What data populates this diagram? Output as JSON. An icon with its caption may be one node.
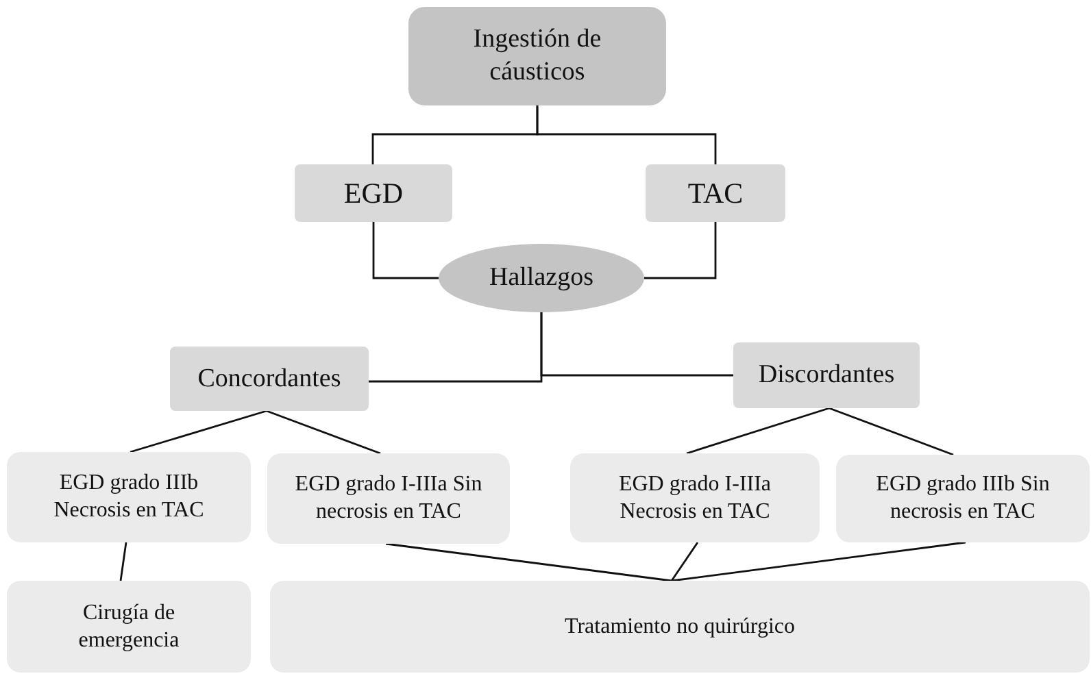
{
  "diagram": {
    "nodes": [
      {
        "text": [
          "Ingestión de cáusticos"
        ]
      },
      {
        "text": [
          "EGD"
        ]
      },
      {
        "text": [
          "TAC"
        ]
      },
      {
        "text": [
          "Hallazgos"
        ]
      },
      {
        "text": [
          "Concordantes"
        ]
      },
      {
        "text": [
          "Discordantes"
        ]
      },
      {
        "text": [
          "EGD grado IIIb Necrosis en TAC"
        ]
      },
      {
        "text": [
          "EGD grado I-IIIa Sin necrosis en TAC"
        ]
      },
      {
        "text": [
          "EGD grado I-IIIa Necrosis en TAC"
        ]
      },
      {
        "text": [
          "EGD grado IIIb Sin necrosis en TAC"
        ]
      },
      {
        "text": [
          "Cirugía de emergencia"
        ]
      },
      {
        "text": [
          "Tratamiento no quirúrgico"
        ]
      }
    ],
    "edges": [
      {
        "from": 0,
        "to": 1,
        "arrow": "none"
      },
      {
        "from": 0,
        "to": 2,
        "arrow": "none"
      },
      {
        "from": 1,
        "to": 3,
        "arrow": "none"
      },
      {
        "from": 2,
        "to": 3,
        "arrow": "none"
      },
      {
        "from": 3,
        "to": 4,
        "arrow": "none"
      },
      {
        "from": 3,
        "to": 5,
        "arrow": "none"
      },
      {
        "from": 4,
        "to": 6,
        "arrow": "none"
      },
      {
        "from": 4,
        "to": 7,
        "arrow": "none"
      },
      {
        "from": 5,
        "to": 8,
        "arrow": "none"
      },
      {
        "from": 5,
        "to": 9,
        "arrow": "none"
      },
      {
        "from": 6,
        "to": 10,
        "arrow": "none"
      },
      {
        "from": 7,
        "to": 11,
        "arrow": "none"
      },
      {
        "from": 8,
        "to": 11,
        "arrow": "none"
      },
      {
        "from": 9,
        "to": 11,
        "arrow": "none"
      }
    ]
  }
}
